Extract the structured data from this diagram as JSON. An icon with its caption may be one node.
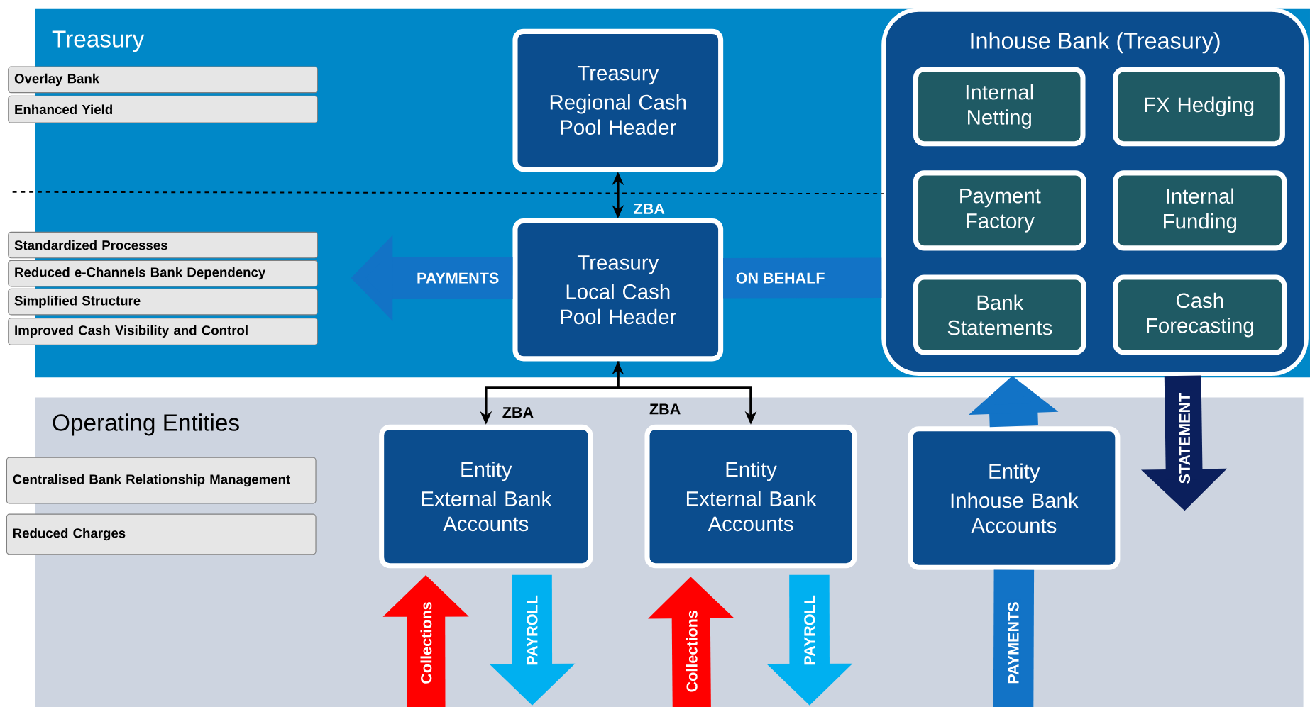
{
  "diagram": {
    "nodes": [
      {
        "text": [
          "Treasury"
        ]
      },
      {
        "text": [
          "Overlay Bank"
        ]
      },
      {
        "text": [
          "Enhanced Yield"
        ]
      },
      {
        "text": [
          "Treasury",
          "Regional Cash Pool Header"
        ],
        "in": 0
      },
      {
        "text": [
          "Standardized Processes"
        ]
      },
      {
        "text": [
          "Reduced e-Channels Bank Dependency"
        ]
      },
      {
        "text": [
          "Simplified Structure"
        ]
      },
      {
        "text": [
          "Improved Cash Visibility and Control"
        ]
      },
      {
        "text": [
          "Treasury",
          "Local Cash Pool Header"
        ],
        "in": 0
      },
      {
        "text": [
          "Inhouse Bank (Treasury)"
        ],
        "in": 0
      },
      {
        "text": [
          "Internal Netting"
        ],
        "in": 9
      },
      {
        "text": [
          "FX Hedging"
        ],
        "in": 9
      },
      {
        "text": [
          "Payment Factory"
        ],
        "in": 9
      },
      {
        "text": [
          "Internal Funding"
        ],
        "in": 9
      },
      {
        "text": [
          "Bank Statements"
        ],
        "in": 9
      },
      {
        "text": [
          "Cash Forecasting"
        ],
        "in": 9
      },
      {
        "text": [
          "Operating Entities"
        ]
      },
      {
        "text": [
          "Centralised Bank Relationship Management"
        ]
      },
      {
        "text": [
          "Reduced Charges"
        ]
      },
      {
        "text": [
          "Entity",
          "External Bank Accounts"
        ],
        "in": 16
      },
      {
        "text": [
          "Entity",
          "External Bank Accounts"
        ],
        "in": 16
      },
      {
        "text": [
          "Entity",
          "Inhouse Bank Accounts"
        ],
        "in": 16
      }
    ],
    "edges": [
      {
        "from": 3,
        "to": 8,
        "arrow": "both",
        "label": "ZBA",
        "color": "#000000"
      },
      {
        "from": 8,
        "to": null,
        "arrow": "to",
        "label": "PAYMENTS"
      },
      {
        "from": 8,
        "to": 9,
        "arrow": "none",
        "label": "ON BEHALF"
      },
      {
        "from": 8,
        "to": 19,
        "arrow": "both",
        "label": "ZBA",
        "color": "#000000"
      },
      {
        "from": 8,
        "to": 20,
        "arrow": "to",
        "label": "ZBA",
        "color": "#000000"
      },
      {
        "from": 21,
        "to": 9,
        "arrow": "to"
      },
      {
        "from": 9,
        "to": null,
        "arrow": "to",
        "label": "STATEMENT",
        "color": "#0b1f5c"
      },
      {
        "from": null,
        "to": 19,
        "arrow": "to",
        "label": "Collections",
        "color": "#ff0000"
      },
      {
        "from": 19,
        "to": null,
        "arrow": "to",
        "label": "PAYROLL",
        "color": "#00b0f0"
      },
      {
        "from": null,
        "to": 20,
        "arrow": "to",
        "label": "Collections",
        "color": "#ff0000"
      },
      {
        "from": 20,
        "to": null,
        "arrow": "to",
        "label": "PAYROLL",
        "color": "#00b0f0"
      },
      {
        "from": null,
        "to": 21,
        "arrow": "none",
        "label": "PAYMENTS"
      }
    ]
  }
}
